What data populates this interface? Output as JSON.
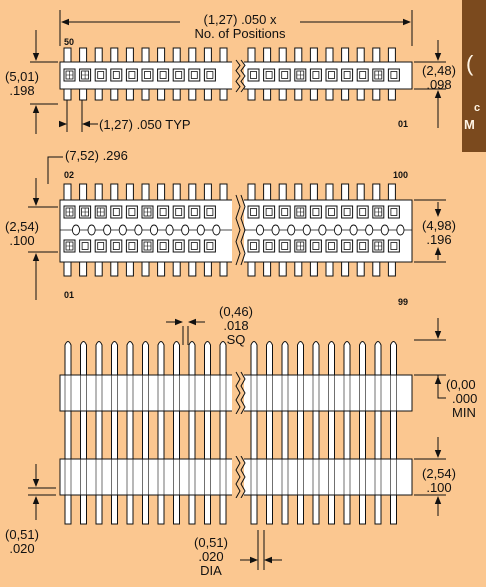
{
  "top_view": {
    "overall_length": [
      "(1,27) .050 x",
      "No. of Positions"
    ],
    "height": [
      "(5,01)",
      ".198"
    ],
    "tab_height": [
      "(2,48)",
      ".098"
    ],
    "pitch": "(1,27) .050 TYP",
    "first_pos": "50",
    "last_pos": "01"
  },
  "dual_view": {
    "width": "(7,52) .296",
    "row_pitch": [
      "(2,54)",
      ".100"
    ],
    "body_height": [
      "(4,98)",
      ".196"
    ],
    "pos_top_left": "02",
    "pos_top_right": "100",
    "pos_bottom_left": "01",
    "pos_bottom_right": "99"
  },
  "side_view": {
    "post": [
      "(0,46)",
      ".018",
      "SQ"
    ],
    "min": [
      "(0,00",
      ".000",
      "MIN"
    ],
    "tail": [
      "(2,54)",
      ".100"
    ],
    "tail_width": [
      "(0,51)",
      ".020"
    ],
    "tail_dia": [
      "(0,51)",
      ".020",
      "DIA"
    ]
  },
  "sidebar": {
    "line1": "(",
    "line2": "c",
    "line3": "M"
  },
  "colors": {
    "background": "#FBC790",
    "line": "#111111",
    "part_fill": "#FFFFFF",
    "sidebar": "#7B4A1E"
  }
}
